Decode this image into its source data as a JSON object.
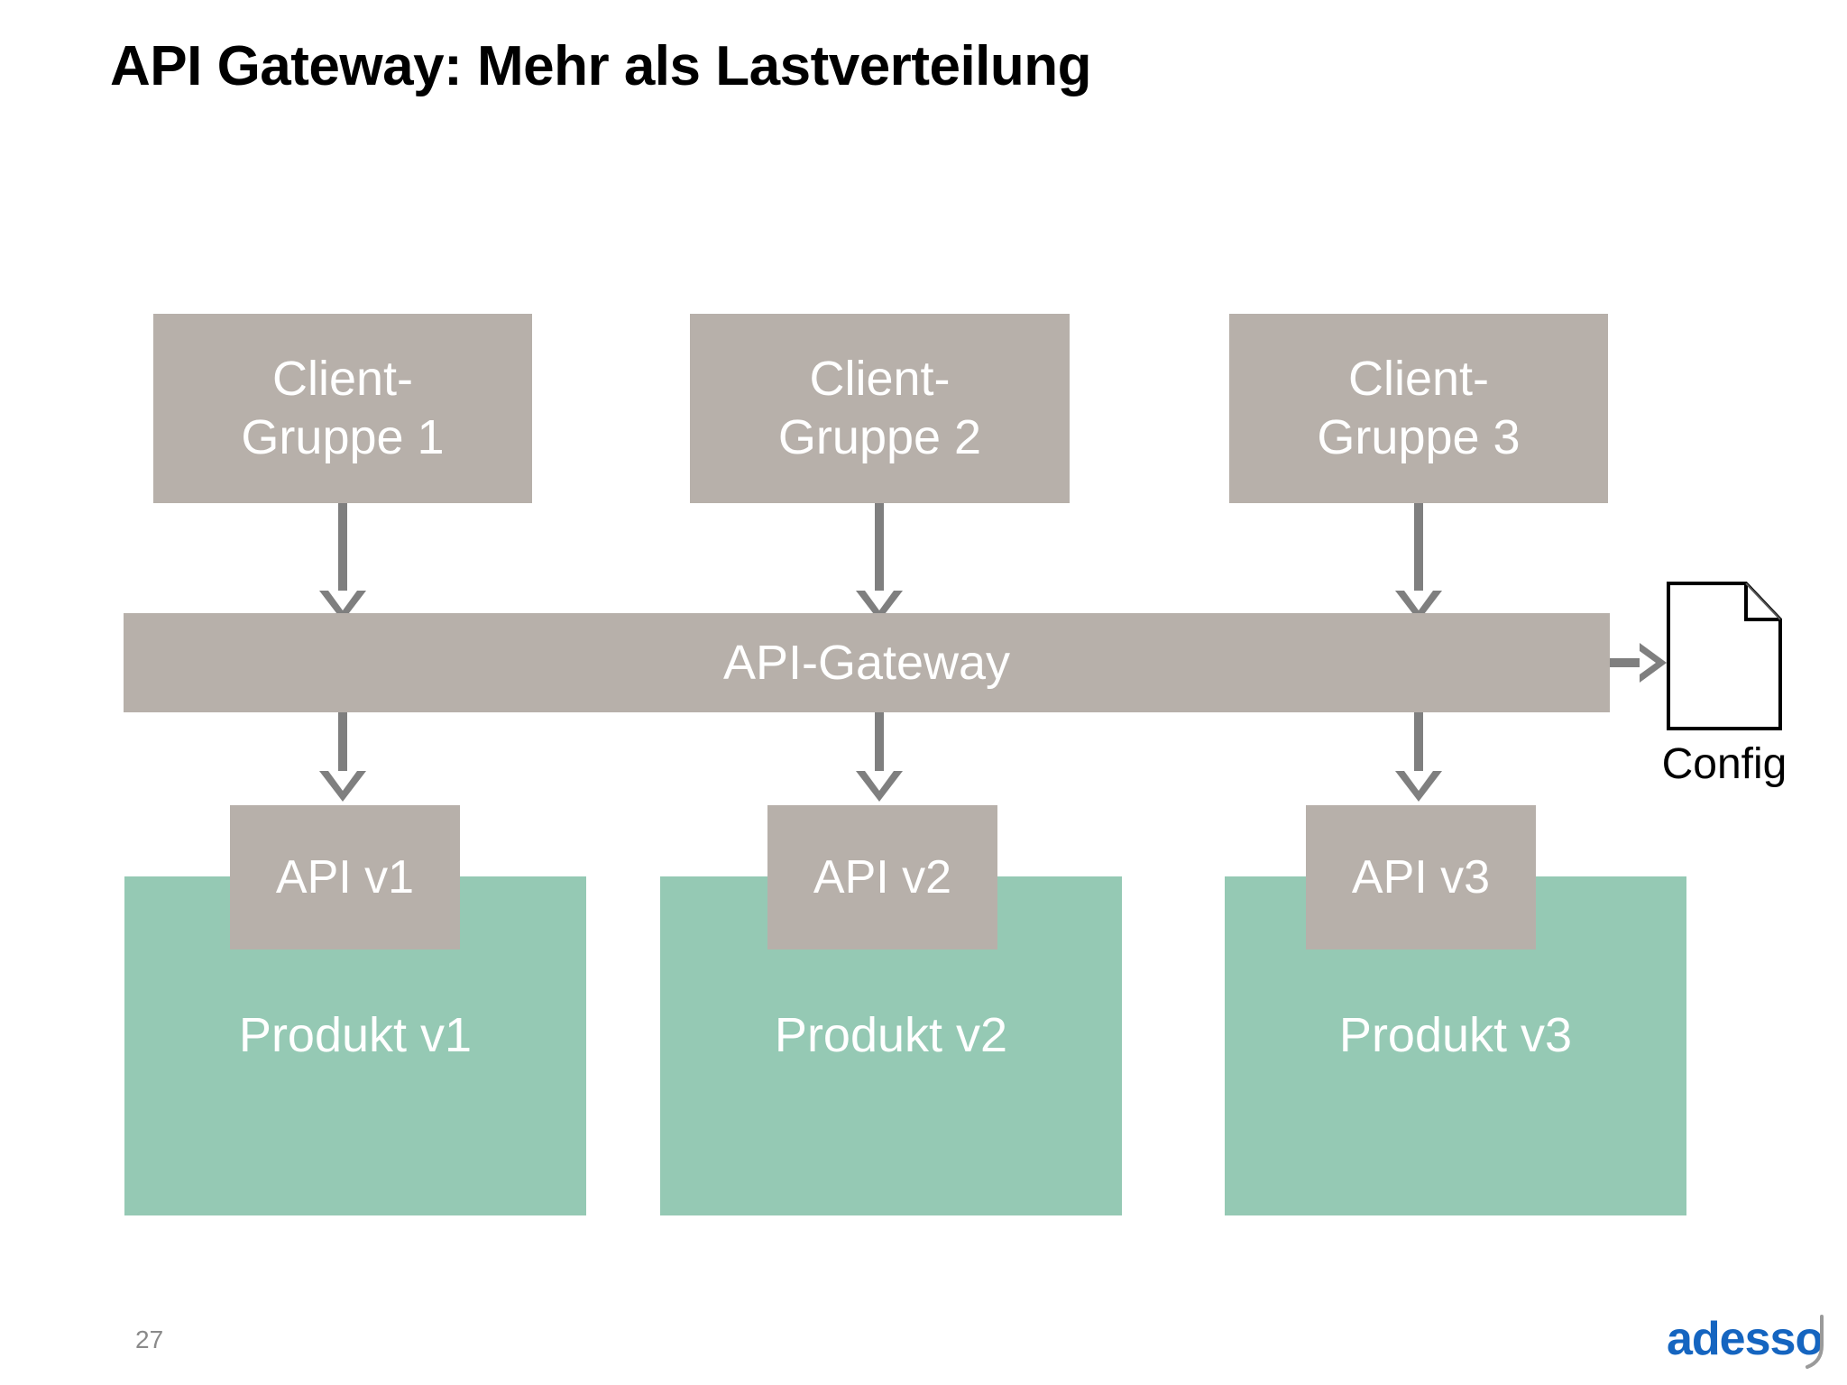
{
  "slide": {
    "title": "API Gateway: Mehr als Lastverteilung",
    "page_number": "27",
    "brand": "adesso",
    "colors": {
      "gray_box": "#b7b0aa",
      "green_box": "#95c9b4",
      "arrow": "#7f7f7f",
      "title_text": "#000000",
      "box_text": "#ffffff",
      "page_number_text": "#8a8a8a",
      "logo_blue": "#1565c0",
      "logo_swoosh": "#9a9a9a",
      "background": "#ffffff"
    }
  },
  "diagram": {
    "clients": [
      {
        "line1": "Client-",
        "line2": "Gruppe 1"
      },
      {
        "line1": "Client-",
        "line2": "Gruppe 2"
      },
      {
        "line1": "Client-",
        "line2": "Gruppe 3"
      }
    ],
    "gateway": {
      "label": "API-Gateway"
    },
    "config": {
      "label": "Config",
      "icon": "document-icon"
    },
    "apis": [
      {
        "label": "API v1"
      },
      {
        "label": "API v2"
      },
      {
        "label": "API v3"
      }
    ],
    "products": [
      {
        "label": "Produkt v1"
      },
      {
        "label": "Produkt v2"
      },
      {
        "label": "Produkt v3"
      }
    ]
  }
}
